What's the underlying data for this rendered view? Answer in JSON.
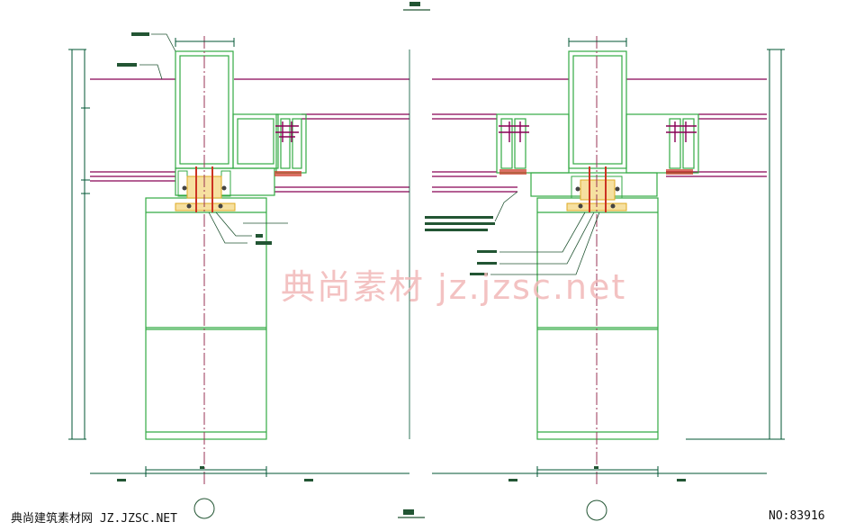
{
  "watermark": {
    "text": "典尚素材  jz.jzsc.net"
  },
  "footer": {
    "source": "典尚建筑素材网 JZ.JZSC.NET",
    "number": "NO:83916"
  },
  "colors": {
    "frame": "#33aa44",
    "beam": "#880055",
    "dim": "#005533",
    "axis": "#993355",
    "gasket": "#cc3322",
    "sealant": "#ddaa22",
    "watermark": "#f2b8b8"
  }
}
